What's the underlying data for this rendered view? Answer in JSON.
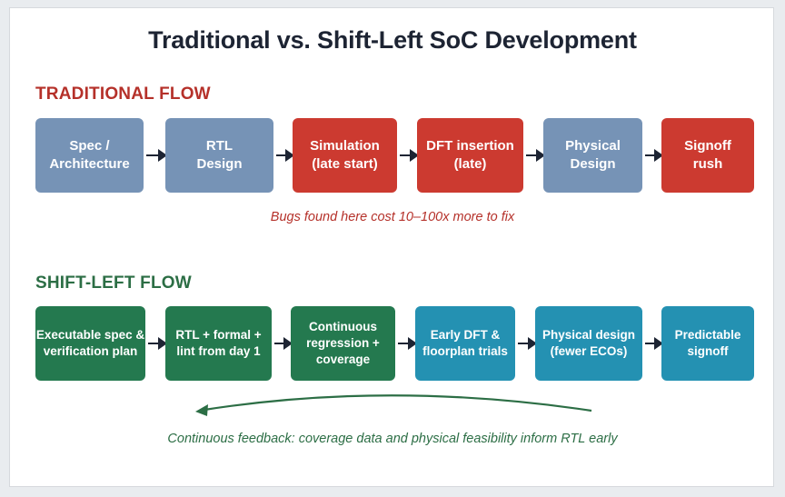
{
  "title": "Traditional vs. Shift-Left SoC Development",
  "traditional": {
    "label": "TRADITIONAL FLOW",
    "note": "Bugs found here cost 10–100x more to fix",
    "steps": [
      {
        "text": "Spec /\nArchitecture",
        "color": "#7693b6"
      },
      {
        "text": "RTL\nDesign",
        "color": "#7693b6"
      },
      {
        "text": "Simulation\n(late start)",
        "color": "#cc3a30"
      },
      {
        "text": "DFT insertion\n(late)",
        "color": "#cc3a30"
      },
      {
        "text": "Physical\nDesign",
        "color": "#7693b6"
      },
      {
        "text": "Signoff\nrush",
        "color": "#cc3a30"
      }
    ]
  },
  "shift_left": {
    "label": "SHIFT-LEFT FLOW",
    "note": "Continuous feedback: coverage data and physical feasibility inform RTL early",
    "steps": [
      {
        "text": "Executable spec &\nverification plan",
        "color": "#24794f"
      },
      {
        "text": "RTL + formal +\nlint from day 1",
        "color": "#24794f"
      },
      {
        "text": "Continuous\nregression +\ncoverage",
        "color": "#24794f"
      },
      {
        "text": "Early DFT &\nfloorplan trials",
        "color": "#2491b2"
      },
      {
        "text": "Physical design\n(fewer ECOs)",
        "color": "#2491b2"
      },
      {
        "text": "Predictable\nsignoff",
        "color": "#2491b2"
      }
    ]
  },
  "colors": {
    "traditional_label": "#b5312a",
    "shift_left_label": "#2c6e45",
    "feedback_arrow": "#2c6e45",
    "flow_arrow": "#1d2433"
  }
}
